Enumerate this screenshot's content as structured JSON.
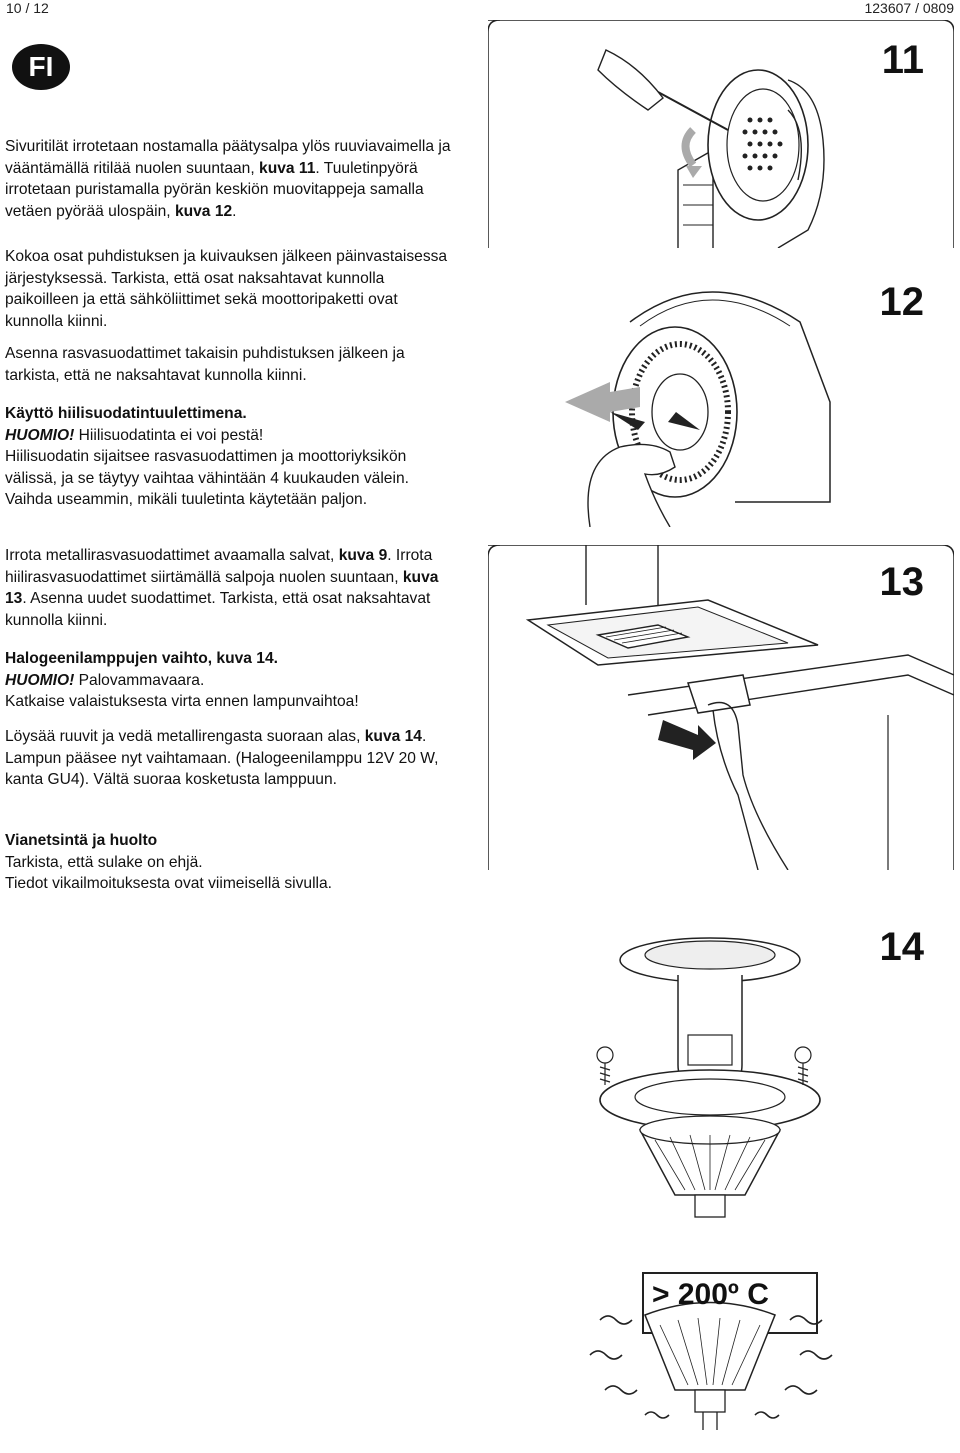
{
  "header": {
    "page": "10 / 12",
    "doc_code": "123607 / 0809"
  },
  "language_badge": "FI",
  "paragraphs": {
    "p1": {
      "a": "Sivuritilät irrotetaan nostamalla päätysalpa ylös ruuviavaimella ja vääntämällä ritilää nuolen suuntaan,",
      "b": "kuva 11",
      "c": ". Tuuletinpyörä irrotetaan puristamalla pyörän keskiön muovitappeja samalla vetäen pyörää ulospäin,",
      "d": "kuva 12",
      "e": "."
    },
    "p2": "Kokoa osat puhdistuksen ja kuivauksen jälkeen päinvastaisessa järjestyksessä. Tarkista, että osat naksahtavat kunnolla paikoilleen ja että sähköliittimet sekä moottoripaketti ovat kunnolla kiinni.",
    "p3": "Asenna rasvasuodattimet takaisin puhdistuksen jälkeen ja tarkista, että ne naksahtavat kunnolla kiinni.",
    "p4": {
      "title": "Käyttö hiilisuodatintuulettimena.",
      "warn": "HUOMIO!",
      "warn_text": " Hiilisuodatinta ei voi pestä!",
      "body": "Hiilisuodatin sijaitsee rasvasuodattimen ja moottoriyksikön välissä, ja se täytyy vaihtaa vähintään 4 kuukauden välein. Vaihda useammin, mikäli tuuletinta käytetään paljon."
    },
    "p5": {
      "a": "Irrota metallirasvasuodattimet avaamalla salvat,",
      "b": "kuva 9",
      "c": ". Irrota hiilirasvasuodattimet siirtämällä salpoja nuolen suuntaan,",
      "d": "kuva 13",
      "e": ". Asenna uudet suodattimet. Tarkista, että osat naksahtavat kunnolla kiinni."
    },
    "p6": {
      "title": "Halogeenilamppujen vaihto, kuva 14.",
      "warn": "HUOMIO!",
      "warn_text": " Palovammavaara.",
      "body": "Katkaise valaistuksesta virta ennen lampunvaihtoa!"
    },
    "p7": {
      "a": "Löysää ruuvit ja vedä metallirengasta suoraan alas,",
      "b": "kuva 14",
      "c": ". Lampun pääsee nyt vaihtamaan. (Halogeenilamppu 12V 20 W, kanta GU4). Vältä suoraa kosketusta lamppuun."
    },
    "p8": {
      "title": "Vianetsintä ja huolto",
      "line1": "Tarkista, että sulake on ehjä.",
      "line2": "Tiedot vikailmoituksesta ovat viimeisellä sivulla."
    }
  },
  "figures": {
    "fig11": "11",
    "fig12": "12",
    "fig13": "13",
    "fig14": "14",
    "temp_label": "> 200º C"
  }
}
